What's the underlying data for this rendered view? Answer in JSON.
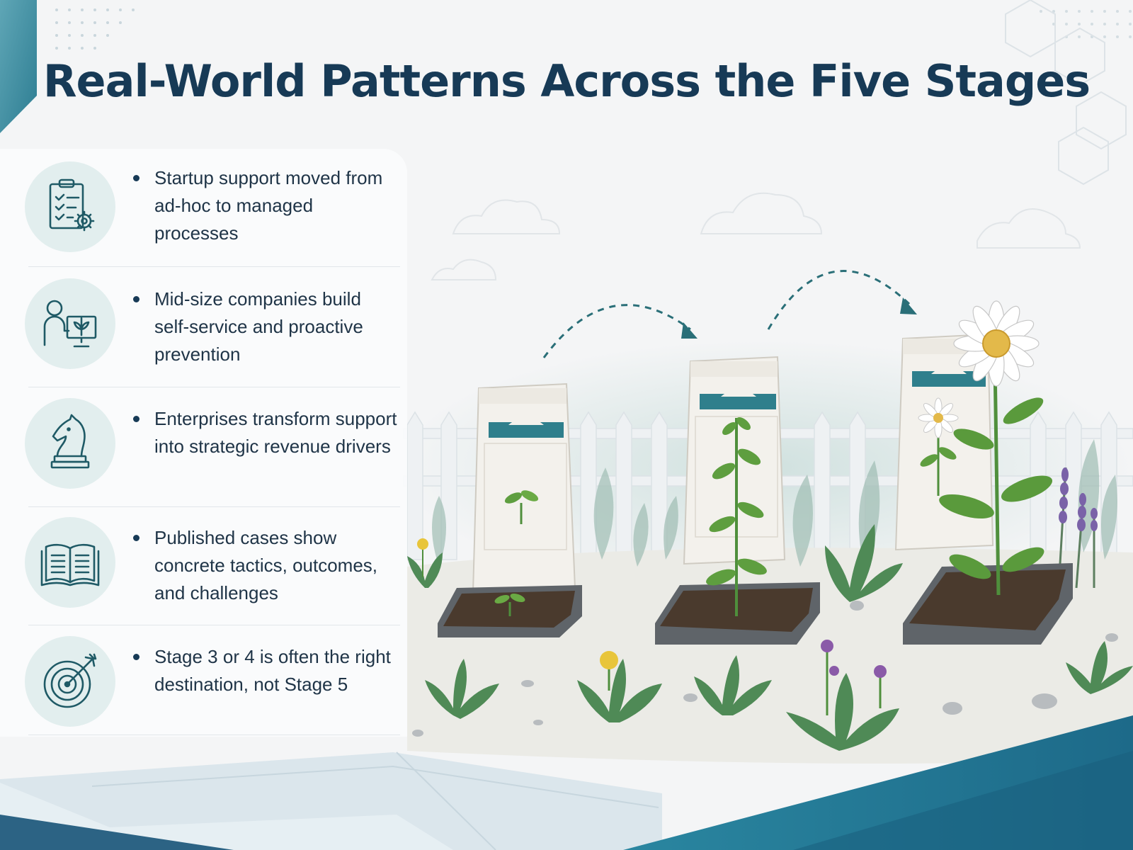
{
  "title": "Real-World Patterns Across the Five Stages",
  "items": [
    {
      "icon": "clipboard-gear-icon",
      "text": "Startup support moved from ad-hoc to managed processes"
    },
    {
      "icon": "person-monitor-icon",
      "text": "Mid-size companies build self-service and proactive prevention"
    },
    {
      "icon": "chess-knight-icon",
      "text": "Enterprises transform support into strategic revenue drivers"
    },
    {
      "icon": "open-book-icon",
      "text": "Published cases show concrete tactics, outcomes, and challenges"
    },
    {
      "icon": "target-arrow-icon",
      "text": "Stage 3 or 4 is often the right destination, not Stage 5"
    }
  ],
  "colors": {
    "title": "#173a56",
    "icon_stroke": "#1f5a66",
    "icon_bg": "#e2eeee",
    "accent_teal": "#2c7d8c",
    "accent_blue": "#1f5a80"
  }
}
